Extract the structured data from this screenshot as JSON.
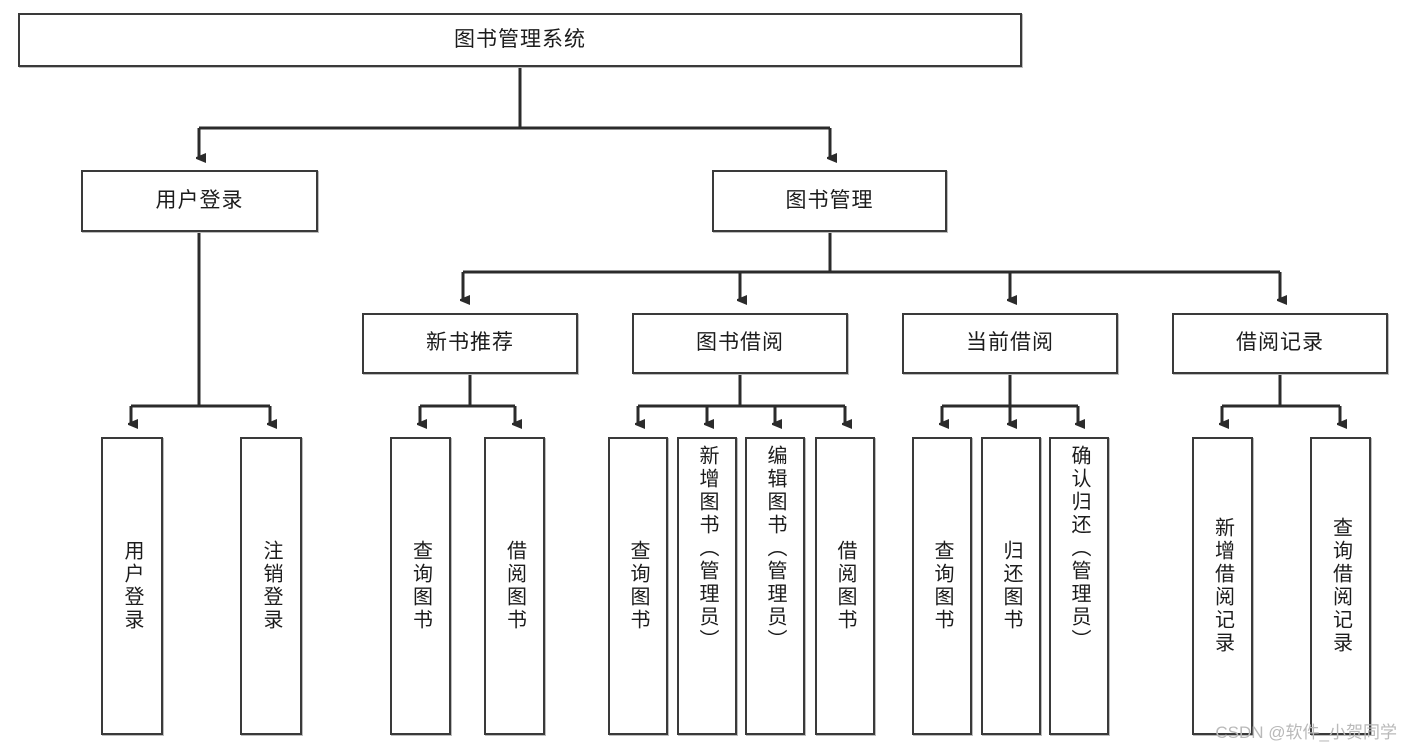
{
  "diagram": {
    "title": "图书管理系统",
    "type": "hierarchy-tree",
    "watermark": "CSDN @软件_小贺同学",
    "colors": {
      "border": "#3a3a3a",
      "background": "#ffffff",
      "text": "#1c1c1c",
      "edge": "#2b2b2b",
      "watermark": "#b9b9b9"
    },
    "nodes": {
      "root": {
        "label": "图书管理系统",
        "level": 1
      },
      "l2": [
        {
          "id": "user-login",
          "label": "用户登录",
          "level": 2
        },
        {
          "id": "book-manage",
          "label": "图书管理",
          "level": 2
        }
      ],
      "l3": [
        {
          "id": "new-book-rec",
          "label": "新书推荐",
          "level": 3
        },
        {
          "id": "book-borrow",
          "label": "图书借阅",
          "level": 3
        },
        {
          "id": "current-borrow",
          "label": "当前借阅",
          "level": 3
        },
        {
          "id": "borrow-record",
          "label": "借阅记录",
          "level": 3
        }
      ],
      "leaves": [
        {
          "id": "leaf-user-login",
          "label": "用户登录",
          "parent": "user-login"
        },
        {
          "id": "leaf-logout",
          "label": "注销登录",
          "parent": "user-login"
        },
        {
          "id": "leaf-query-book-1",
          "label": "查询图书",
          "parent": "new-book-rec"
        },
        {
          "id": "leaf-borrow-book-1",
          "label": "借阅图书",
          "parent": "new-book-rec"
        },
        {
          "id": "leaf-query-book-2",
          "label": "查询图书",
          "parent": "book-borrow"
        },
        {
          "id": "leaf-add-book",
          "label": "新增图书（管理员）",
          "parent": "book-borrow"
        },
        {
          "id": "leaf-edit-book",
          "label": "编辑图书（管理员）",
          "parent": "book-borrow"
        },
        {
          "id": "leaf-borrow-book-2",
          "label": "借阅图书",
          "parent": "book-borrow"
        },
        {
          "id": "leaf-query-book-3",
          "label": "查询图书",
          "parent": "current-borrow"
        },
        {
          "id": "leaf-return-book",
          "label": "归还图书",
          "parent": "current-borrow"
        },
        {
          "id": "leaf-confirm-return",
          "label": "确认归还（管理员）",
          "parent": "current-borrow"
        },
        {
          "id": "leaf-add-record",
          "label": "新增借阅记录",
          "parent": "borrow-record"
        },
        {
          "id": "leaf-query-record",
          "label": "查询借阅记录",
          "parent": "borrow-record"
        }
      ]
    }
  }
}
